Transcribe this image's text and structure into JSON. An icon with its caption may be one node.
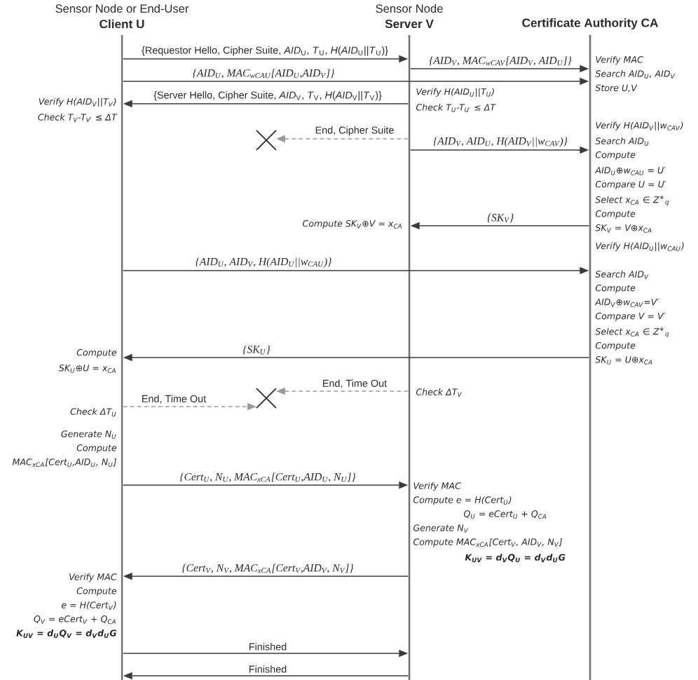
{
  "diagram": {
    "nodes": [
      {
        "text": [
          "Sensor Node or End-User",
          "Client U"
        ],
        "beside": [
          "Verify H(AID$_{V}$||T$_{V}$)",
          "Check T$_{V}$-T$_{V′}$ ≤ ΔT",
          "Compute",
          "SK$_{U}$⊕U = x$_{CA}$",
          "Check ΔT$_{U}$",
          "Generate N$_{U}$",
          "Compute",
          "MAC$_{xCA}$[Cert$_{U}$,AID$_{U}$, N$_{U}$]",
          "Verify MAC",
          "Compute",
          "e = H(Cert$_{V}$)",
          "Q$_{V}$ = eCert$_{V}$ + Q$_{CA}$",
          "K$_{UV}$ = d$_{U}$Q$_{V}$ = d$_{V}$d$_{U}$G"
        ]
      },
      {
        "text": [
          "Sensor Node",
          "Server V"
        ],
        "beside": [
          "Verify H(AID$_{U}$||T$_{U}$)",
          "Check T$_{U}$-T$_{U′}$ ≤ ΔT",
          "Compute SK$_{V}$⊕V = x$_{CA}$",
          "Check ΔT$_{V}$",
          "Verify MAC",
          "Compute e = H(Cert$_{U}$)",
          "Q$_{U}$ = eCert$_{U}$ + Q$_{CA}$",
          "Generate N$_{V}$",
          "Compute MAC$_{xCA}$[Cert$_{V}$, AID$_{V}$, N$_{V}$]",
          "K$_{UV}$ = d$_{V}$Q$_{U}$ = d$_{V}$d$_{U}$G"
        ]
      },
      {
        "text": [
          "Certificate Authority CA"
        ],
        "beside": [
          "Verify MAC",
          "Search AID$_{U}$, AID$_{V}$",
          "Store U,V",
          "Verify H(AID$_{V}$||w$_{CAV}$)",
          "Search AID$_{U}$",
          "Compute",
          "AID$_{U}$⊕w$_{CAU}$ = U′",
          "Compare U = U′",
          "Select x$_{CA}$ ∈ Z$^{∗}$$_{q}$",
          "Compute",
          "SK$_{V}$ = V⊕x$_{CA}$",
          "Verify H(AID$_{U}$||w$_{CAU}$)",
          "Search AID$_{V}$",
          "Compute",
          "AID$_{V}$⊕w$_{CAV}$=V′",
          "Compare V = V′",
          "Select x$_{CA}$ ∈ Z$^{∗}$$_{q}$",
          "Compute",
          "SK$_{U}$ = U⊕x$_{CA}$"
        ]
      },
      {
        "text": [],
        "shape": "cross"
      },
      {
        "text": [],
        "shape": "cross"
      }
    ],
    "edges": [
      {
        "from": 0,
        "to": 1,
        "arrow": "to",
        "label": "{Requestor Hello, Cipher Suite, *AID*$_{U}$, *T*$_{U}$, *H*(*AID*$_{U}$||*T*$_{U}$)}"
      },
      {
        "from": 1,
        "to": 2,
        "arrow": "to",
        "label": "{AID$_{V}$, MAC$_{wCAV}$[AID$_{V}$, AID$_{U}$]}"
      },
      {
        "from": 0,
        "to": 2,
        "arrow": "to",
        "label": "{AID$_{U}$, MAC$_{wCAU}$[AID$_{U}$,AID$_{V}$]}"
      },
      {
        "from": 1,
        "to": 0,
        "arrow": "to",
        "label": "{Server Hello, Cipher Suite, *AID*$_{V}$, *T*$_{V}$, *H*(*AID*$_{V}$||*T*$_{V}$)}"
      },
      {
        "from": 1,
        "to": 3,
        "arrow": "to",
        "label": "End, Cipher Suite",
        "style": "dashed",
        "color": "#9a9a9a"
      },
      {
        "from": 1,
        "to": 2,
        "arrow": "to",
        "label": "{AID$_{V}$, AID$_{U}$, H(AID$_{V}$||w$_{CAV}$)}"
      },
      {
        "from": 2,
        "to": 1,
        "arrow": "to",
        "label": "{SK$_{V}$}"
      },
      {
        "from": 0,
        "to": 2,
        "arrow": "to",
        "label": "{AID$_{U}$, AID$_{V}$, H(AID$_{U}$||w$_{CAU}$)}"
      },
      {
        "from": 2,
        "to": 0,
        "arrow": "to",
        "label": "{SK$_{U}$}"
      },
      {
        "from": 1,
        "to": 4,
        "arrow": "to",
        "label": "End, Time Out",
        "style": "dashed",
        "color": "#9a9a9a"
      },
      {
        "from": 0,
        "to": 4,
        "arrow": "to",
        "label": "End, Time Out",
        "style": "dashed",
        "color": "#9a9a9a"
      },
      {
        "from": 0,
        "to": 1,
        "arrow": "to",
        "label": "{Cert$_{U}$, N$_{U}$, MAC$_{xCA}$[Cert$_{U}$,AID$_{U}$, N$_{U}$]}"
      },
      {
        "from": 1,
        "to": 0,
        "arrow": "to",
        "label": "{Cert$_{V}$, N$_{V}$, MAC$_{xCA}$[Cert$_{V}$,AID$_{V}$, N$_{V}$]}"
      },
      {
        "from": 0,
        "to": 1,
        "arrow": "to",
        "label": "Finished"
      },
      {
        "from": 1,
        "to": 0,
        "arrow": "to",
        "label": "Finished"
      }
    ]
  }
}
